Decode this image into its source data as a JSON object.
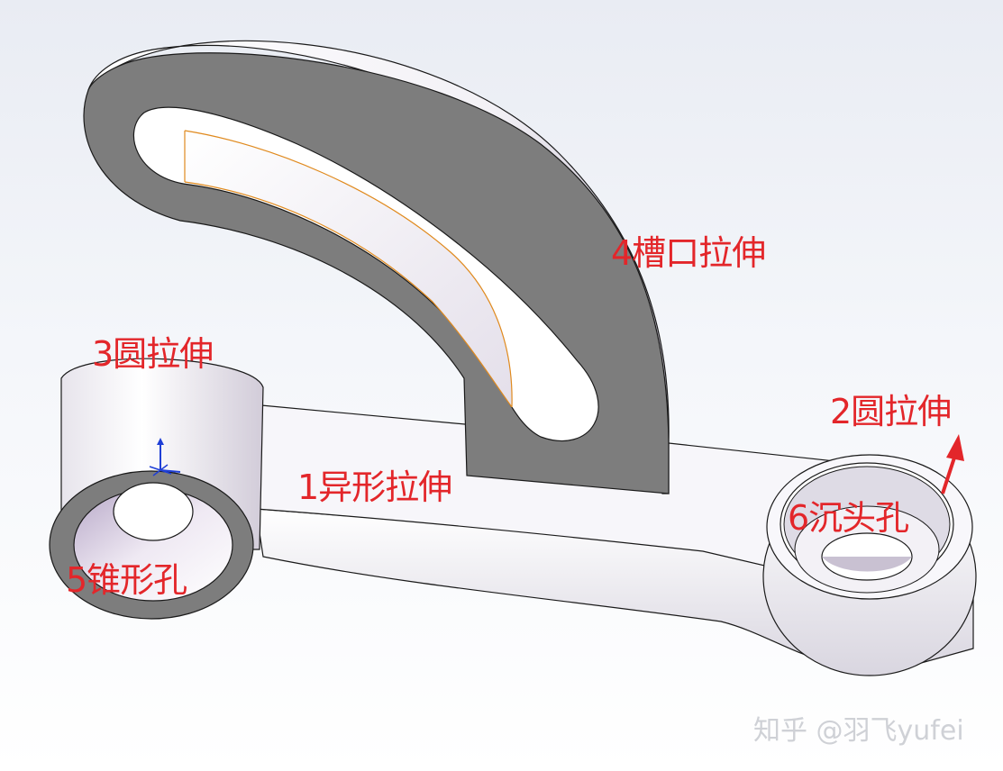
{
  "labels": {
    "feature1": "1异形拉伸",
    "feature2": "2圆拉伸",
    "feature3": "3圆拉伸",
    "feature4": "4槽口拉伸",
    "feature5": "5锥形孔",
    "feature6": "6沉头孔"
  },
  "watermark": "知乎 @羽飞yufei",
  "colors": {
    "label": "#e3262a",
    "face_dark": "#7d7d7d",
    "face_light": "#ffffff",
    "edge": "#1a1a1a",
    "slot_edge": "#e08a1e",
    "axis_blue": "#1f3fd6"
  },
  "icons": {
    "arrow": "red-up-arrow",
    "triad": "coordinate-triad-icon"
  }
}
